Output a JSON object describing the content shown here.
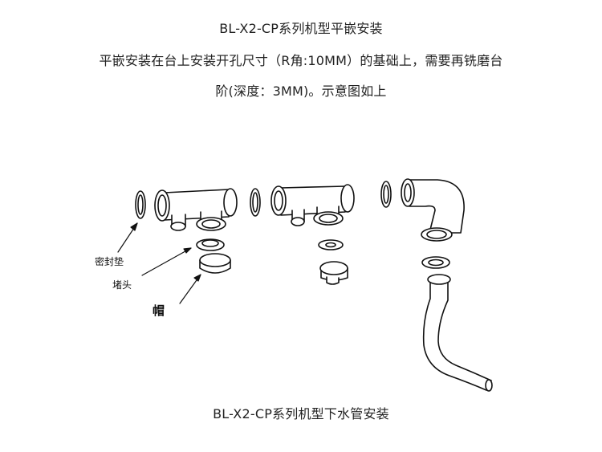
{
  "title": "BL-X2-CP系列机型平嵌安装",
  "description_line1": "平嵌安装在台上安装开孔尺寸（R角:10MM）的基础上，需要再铣磨台",
  "description_line2": "阶(深度：3MM)。示意图如上",
  "labels": {
    "gasket": "密封垫",
    "plug": "堵头",
    "cap": "帽"
  },
  "caption": "BL-X2-CP系列机型下水管安装"
}
